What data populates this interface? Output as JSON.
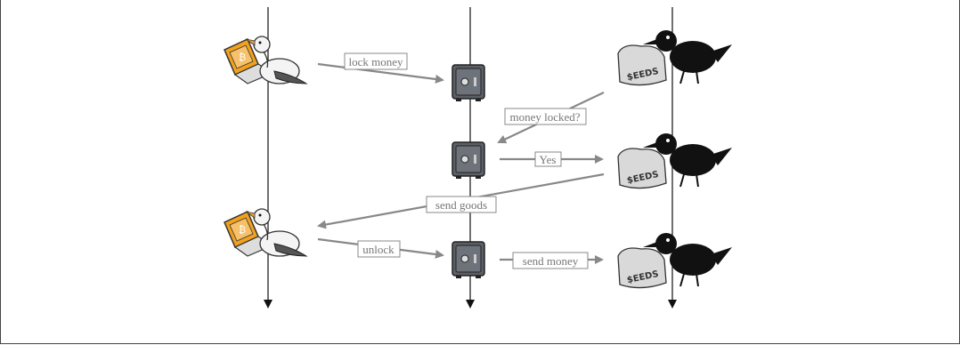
{
  "messages": {
    "lock_money": "lock money",
    "money_locked": "money locked?",
    "yes": "Yes",
    "send_goods": "send goods",
    "unlock": "unlock",
    "send_money": "send money"
  },
  "bag_text": "$EEDS",
  "laptop_glyph": "₿",
  "colors": {
    "arrow": "#888888",
    "lifeline": "#111111",
    "safe": "#5b5f66",
    "crow": "#111111",
    "bag": "#d9d9d9",
    "laptop": "#f2a11e"
  }
}
